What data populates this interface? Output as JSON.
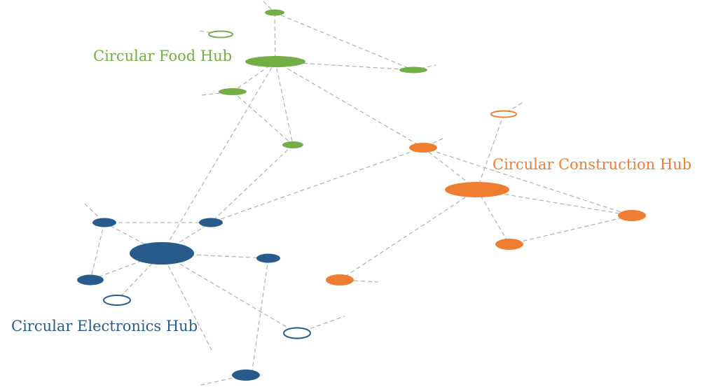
{
  "colors": {
    "food": "#72ad45",
    "construction": "#ee7d31",
    "electronics": "#265b8c",
    "edge": "#a9a9a9"
  },
  "hubs": {
    "food": {
      "label": "Circular Food Hub"
    },
    "construction": {
      "label": "Circular Construction Hub"
    },
    "electronics": {
      "label": "Circular Electronics Hub"
    }
  }
}
